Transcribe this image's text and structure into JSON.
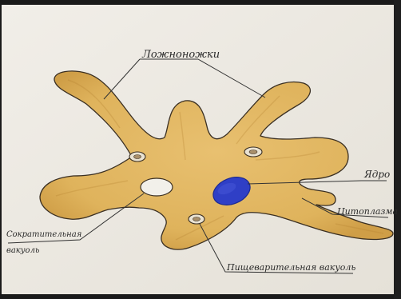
{
  "diagram": {
    "labels": {
      "pseudopodia": "Ложноножки",
      "nucleus": "Ядро",
      "cytoplasm": "Цитоплазма",
      "contractile_vacuole_line1": "Сократительная",
      "contractile_vacuole_line2": "вакуоль",
      "digestive_vacuole": "Пищеварительная вакуоль"
    },
    "colors": {
      "paper": "#ece9e2",
      "body_fill": "#e2b661",
      "body_shade": "#c9963f",
      "outline": "#3a2f22",
      "nucleus": "#2f3fc6",
      "nucleus_dark": "#1c2a93",
      "vacuole": "#f2f0ea",
      "leader": "#333333"
    }
  }
}
